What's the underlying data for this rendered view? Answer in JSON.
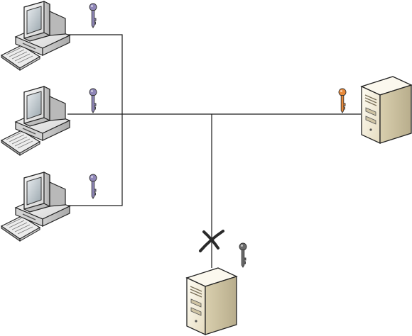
{
  "diagram": {
    "type": "network-topology",
    "nodes": [
      {
        "id": "client-1",
        "kind": "desktop-computer",
        "icon": "desktop-computer-icon",
        "key": {
          "icon": "key-icon",
          "color": "#8f86b8"
        }
      },
      {
        "id": "client-2",
        "kind": "desktop-computer",
        "icon": "desktop-computer-icon",
        "key": {
          "icon": "key-icon",
          "color": "#8f86b8"
        }
      },
      {
        "id": "client-3",
        "kind": "desktop-computer",
        "icon": "desktop-computer-icon",
        "key": {
          "icon": "key-icon",
          "color": "#8f86b8"
        }
      },
      {
        "id": "server-right",
        "kind": "tower-server",
        "icon": "tower-server-icon",
        "key": {
          "icon": "key-icon",
          "color": "#e98a3a"
        }
      },
      {
        "id": "server-bottom",
        "kind": "tower-server",
        "icon": "tower-server-icon",
        "key": {
          "icon": "key-icon",
          "color": "#6b6b6b"
        },
        "link_status": "cut"
      }
    ],
    "connections": [
      {
        "from": "client-1",
        "to": "client-2"
      },
      {
        "from": "client-2",
        "to": "server-right"
      },
      {
        "from": "client-3",
        "to": "client-2"
      },
      {
        "from": "server-bottom",
        "to": "server-right",
        "cut": true
      }
    ],
    "colors": {
      "wire": "#1a1a1a",
      "cut_mark": "#2a2a2a"
    }
  }
}
